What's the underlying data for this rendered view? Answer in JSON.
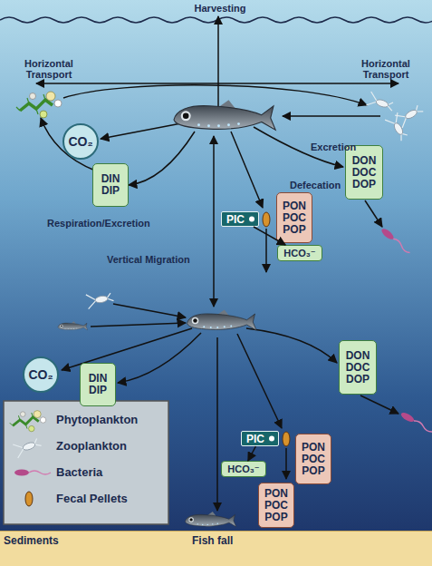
{
  "diagram": {
    "nodes": [
      {
        "text": [
          "CO₂"
        ]
      },
      {
        "text": [
          "DIN DIP"
        ]
      },
      {
        "text": [
          "DON DOC DOP"
        ]
      },
      {
        "text": [
          "PIC"
        ]
      },
      {
        "text": [
          "PON POC POP"
        ]
      },
      {
        "text": [
          "HCO₃⁻"
        ]
      },
      {
        "text": [
          "CO₂"
        ]
      },
      {
        "text": [
          "DIN DIP"
        ]
      },
      {
        "text": [
          "DON DOC DOP"
        ]
      },
      {
        "text": [
          "PIC"
        ]
      },
      {
        "text": [
          "PON POC POP"
        ]
      },
      {
        "text": [
          "HCO₃⁻"
        ]
      },
      {
        "text": [
          "PON POC POP"
        ]
      },
      {
        "text": [
          "Sediments",
          "Fish fall"
        ]
      }
    ],
    "edges": [
      {
        "from": 3,
        "to": 5,
        "arrow": "to"
      },
      {
        "from": 9,
        "to": 11,
        "arrow": "to"
      }
    ],
    "labels": [
      "Harvesting",
      "Horizontal Transport",
      "Horizontal Transport",
      "Excretion",
      "Defecation",
      "Respiration/Excretion",
      "Vertical Migration"
    ],
    "legend": [
      {
        "text": "Phytoplankton"
      },
      {
        "text": "Zooplankton"
      },
      {
        "text": "Bacteria"
      },
      {
        "text": "Fecal Pellets"
      }
    ]
  }
}
